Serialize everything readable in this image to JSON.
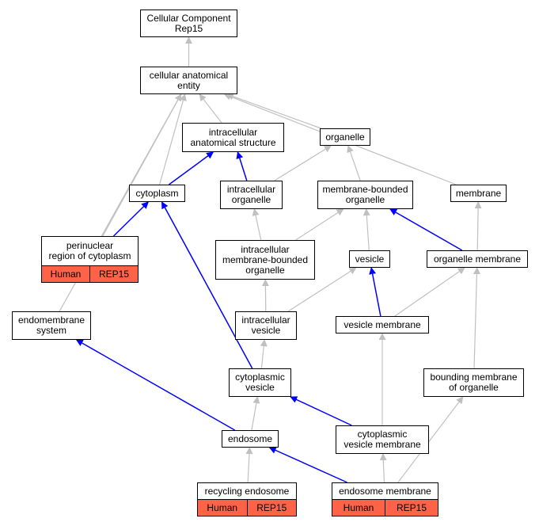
{
  "nodes": {
    "root": {
      "label": "Cellular Component\nRep15"
    },
    "cae": {
      "label": "cellular anatomical\nentity"
    },
    "ias": {
      "label": "intracellular\nanatomical structure"
    },
    "organelle": {
      "label": "organelle"
    },
    "cytoplasm": {
      "label": "cytoplasm"
    },
    "intraorg": {
      "label": "intracellular\norganelle"
    },
    "mbo": {
      "label": "membrane-bounded\norganelle"
    },
    "membrane": {
      "label": "membrane"
    },
    "perinuclear": {
      "label": "perinuclear\nregion of cytoplasm",
      "tags": [
        "Human",
        "REP15"
      ]
    },
    "imbo": {
      "label": "intracellular\nmembrane-bounded\norganelle"
    },
    "vesicle": {
      "label": "vesicle"
    },
    "orgmem": {
      "label": "organelle membrane"
    },
    "endomem": {
      "label": "endomembrane\nsystem"
    },
    "ivesicle": {
      "label": "intracellular\nvesicle"
    },
    "vesmem": {
      "label": "vesicle membrane"
    },
    "cytovesicle": {
      "label": "cytoplasmic\nvesicle"
    },
    "boundmem": {
      "label": "bounding membrane\nof organelle"
    },
    "endosome": {
      "label": "endosome"
    },
    "cvm": {
      "label": "cytoplasmic\nvesicle membrane"
    },
    "recycling": {
      "label": "recycling endosome",
      "tags": [
        "Human",
        "REP15"
      ]
    },
    "endomemb": {
      "label": "endosome membrane",
      "tags": [
        "Human",
        "REP15"
      ]
    }
  },
  "edges": [
    {
      "from": "cae",
      "to": "root",
      "color": "#c0c0c0"
    },
    {
      "from": "ias",
      "to": "cae",
      "color": "#c0c0c0"
    },
    {
      "from": "organelle",
      "to": "cae",
      "color": "#c0c0c0"
    },
    {
      "from": "membrane",
      "to": "cae",
      "color": "#c0c0c0"
    },
    {
      "from": "cytoplasm",
      "to": "cae",
      "color": "#c0c0c0"
    },
    {
      "from": "perinuclear",
      "to": "cae",
      "color": "#c0c0c0"
    },
    {
      "from": "endomem",
      "to": "cae",
      "color": "#c0c0c0"
    },
    {
      "from": "cytoplasm",
      "to": "ias",
      "color": "#0000ff"
    },
    {
      "from": "intraorg",
      "to": "ias",
      "color": "#0000ff"
    },
    {
      "from": "intraorg",
      "to": "organelle",
      "color": "#c0c0c0"
    },
    {
      "from": "mbo",
      "to": "organelle",
      "color": "#c0c0c0"
    },
    {
      "from": "perinuclear",
      "to": "cytoplasm",
      "color": "#0000ff"
    },
    {
      "from": "cytovesicle",
      "to": "cytoplasm",
      "color": "#0000ff"
    },
    {
      "from": "imbo",
      "to": "intraorg",
      "color": "#c0c0c0"
    },
    {
      "from": "imbo",
      "to": "mbo",
      "color": "#c0c0c0"
    },
    {
      "from": "vesicle",
      "to": "mbo",
      "color": "#c0c0c0"
    },
    {
      "from": "orgmem",
      "to": "mbo",
      "color": "#0000ff"
    },
    {
      "from": "orgmem",
      "to": "membrane",
      "color": "#c0c0c0"
    },
    {
      "from": "ivesicle",
      "to": "imbo",
      "color": "#c0c0c0"
    },
    {
      "from": "ivesicle",
      "to": "vesicle",
      "color": "#c0c0c0"
    },
    {
      "from": "vesmem",
      "to": "vesicle",
      "color": "#0000ff"
    },
    {
      "from": "vesmem",
      "to": "orgmem",
      "color": "#c0c0c0"
    },
    {
      "from": "boundmem",
      "to": "orgmem",
      "color": "#c0c0c0"
    },
    {
      "from": "cytovesicle",
      "to": "ivesicle",
      "color": "#c0c0c0"
    },
    {
      "from": "cvm",
      "to": "vesmem",
      "color": "#c0c0c0"
    },
    {
      "from": "endosome",
      "to": "endomem",
      "color": "#0000ff"
    },
    {
      "from": "endosome",
      "to": "cytovesicle",
      "color": "#c0c0c0"
    },
    {
      "from": "cvm",
      "to": "cytovesicle",
      "color": "#0000ff"
    },
    {
      "from": "endomemb",
      "to": "boundmem",
      "color": "#c0c0c0"
    },
    {
      "from": "recycling",
      "to": "endosome",
      "color": "#c0c0c0"
    },
    {
      "from": "endomemb",
      "to": "endosome",
      "color": "#0000ff"
    },
    {
      "from": "endomemb",
      "to": "cvm",
      "color": "#c0c0c0"
    }
  ]
}
